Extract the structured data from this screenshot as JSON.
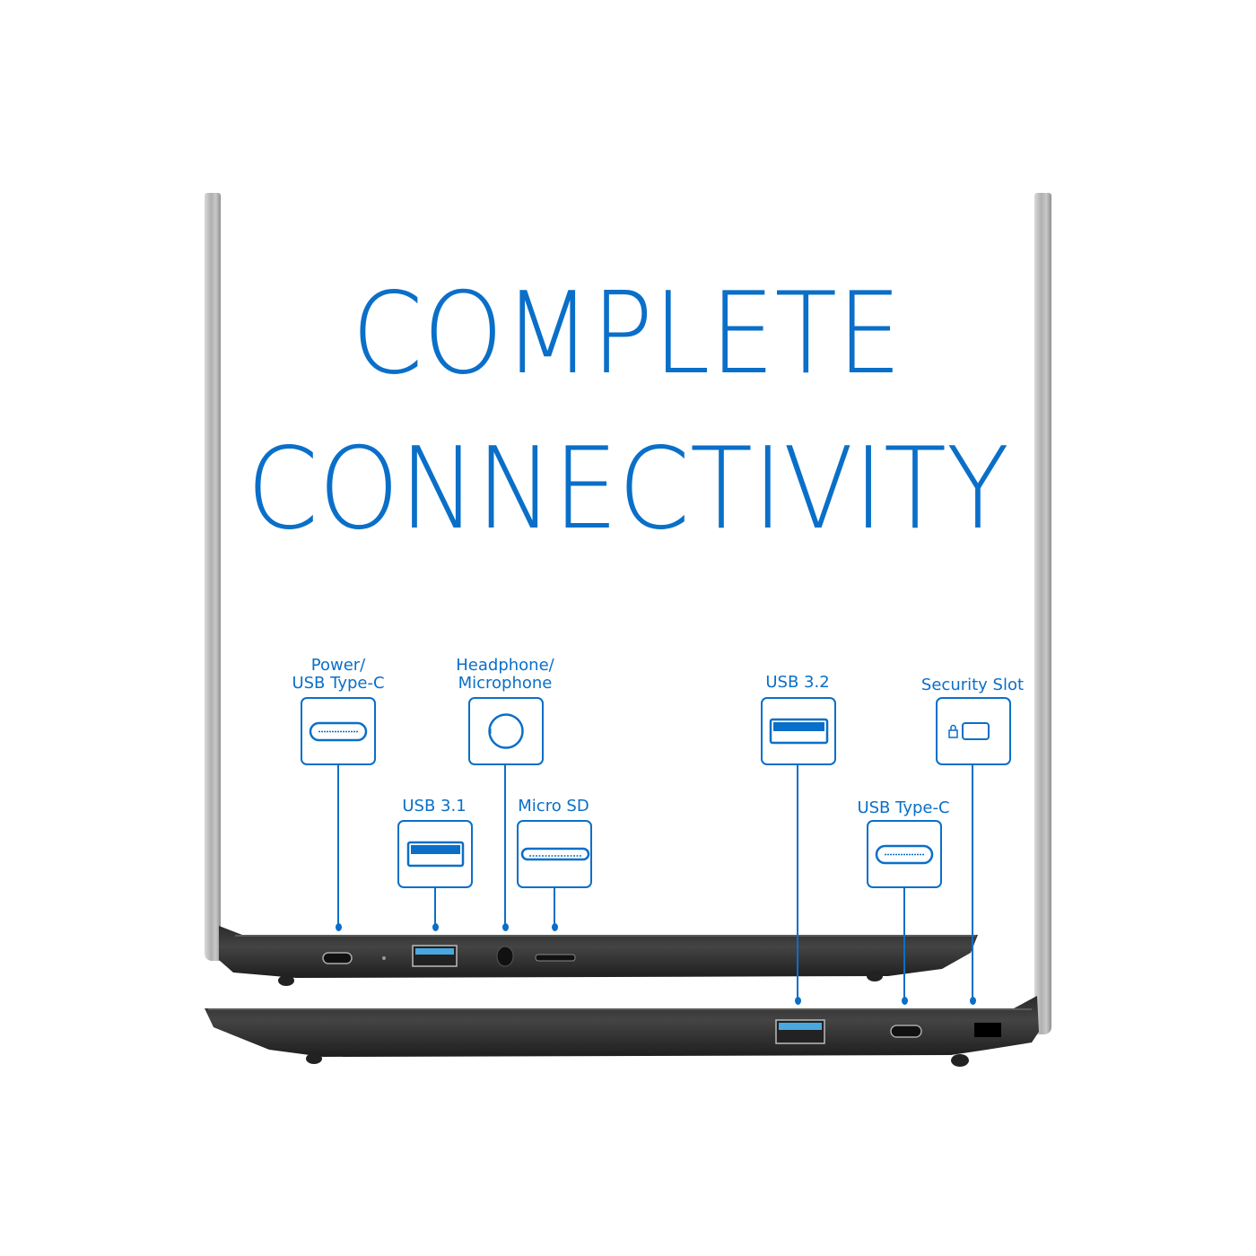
{
  "headline": {
    "line1": "COMPLETE",
    "line2": "CONNECTIVITY"
  },
  "accent_color": "#0a6fc8",
  "callouts": [
    {
      "id": "power-usb-c",
      "line1": "Power/",
      "line2": "USB Type-C",
      "icon": "usb-c-port-icon"
    },
    {
      "id": "headphone-mic",
      "line1": "Headphone/",
      "line2": "Microphone",
      "icon": "audio-jack-icon"
    },
    {
      "id": "usb-3-1",
      "line1": "USB 3.1",
      "icon": "usb-a-port-icon"
    },
    {
      "id": "micro-sd",
      "line1": "Micro SD",
      "icon": "micro-sd-slot-icon"
    },
    {
      "id": "usb-3-2",
      "line1": "USB 3.2",
      "icon": "usb-a-port-icon"
    },
    {
      "id": "security-slot",
      "line1": "Security Slot",
      "icon": "lock-slot-icon"
    },
    {
      "id": "usb-c-right",
      "line1": "USB Type-C",
      "icon": "usb-c-port-icon"
    }
  ]
}
